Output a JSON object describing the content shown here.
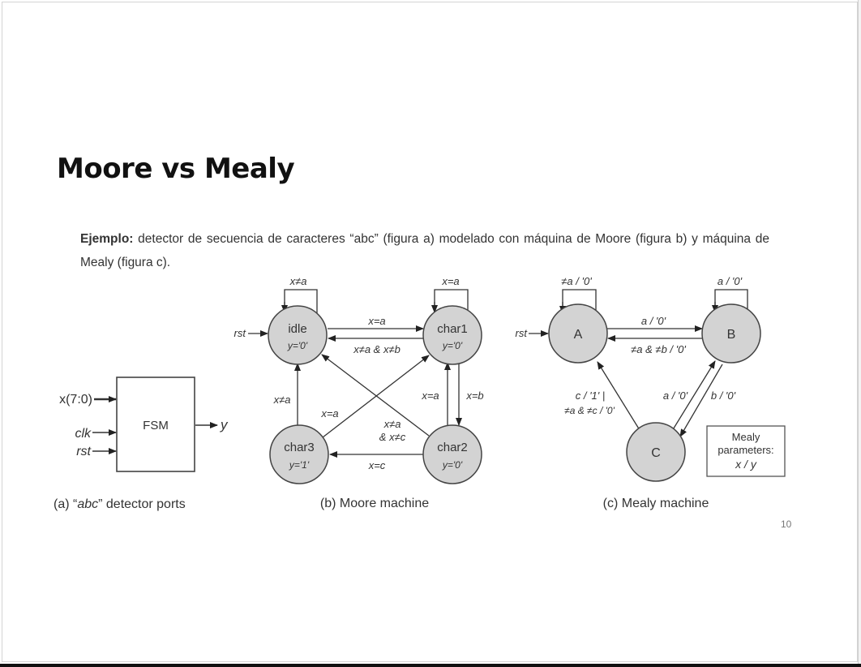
{
  "slide": {
    "title": "Moore vs Mealy",
    "paragraph": {
      "lead": "Ejemplo:",
      "text": " detector de secuencia de caracteres “abc” (figura a) modelado con máquina de Moore (figura b) y máquina de Mealy (figura c)."
    },
    "page_number": "10"
  },
  "figure_a": {
    "caption": "(a) “abc” detector ports",
    "caption_prefix": "(a) “",
    "caption_italic": "abc",
    "caption_suffix": "” detector ports",
    "block_label": "FSM",
    "inputs": [
      "x(7:0)",
      "clk",
      "rst"
    ],
    "output": "y"
  },
  "figure_b": {
    "caption": "(b) Moore machine",
    "states": [
      {
        "id": "idle",
        "name": "idle",
        "output": "y='0'"
      },
      {
        "id": "char1",
        "name": "char1",
        "output": "y='0'"
      },
      {
        "id": "char2",
        "name": "char2",
        "output": "y='0'"
      },
      {
        "id": "char3",
        "name": "char3",
        "output": "y='1'"
      }
    ],
    "reset_label": "rst",
    "transitions": [
      {
        "from": "idle",
        "to": "idle",
        "label": "x≠a"
      },
      {
        "from": "char1",
        "to": "char1",
        "label": "x=a"
      },
      {
        "from": "idle",
        "to": "char1",
        "label": "x=a"
      },
      {
        "from": "char1",
        "to": "idle",
        "label": "x≠a & x≠b"
      },
      {
        "from": "char1",
        "to": "char2",
        "label": "x=b"
      },
      {
        "from": "char2",
        "to": "char1",
        "label": "x=a"
      },
      {
        "from": "char2",
        "to": "char3",
        "label": "x=c"
      },
      {
        "from": "char2",
        "to": "idle",
        "label_line1": "x≠a",
        "label_line2": "& x≠c"
      },
      {
        "from": "char3",
        "to": "idle",
        "label": "x≠a"
      },
      {
        "from": "char3",
        "to": "char1",
        "label": "x=a"
      }
    ]
  },
  "figure_c": {
    "caption": "(c) Mealy machine",
    "states": [
      {
        "id": "A",
        "name": "A"
      },
      {
        "id": "B",
        "name": "B"
      },
      {
        "id": "C",
        "name": "C"
      }
    ],
    "reset_label": "rst",
    "transitions": [
      {
        "from": "A",
        "to": "A",
        "label": "≠a / '0'"
      },
      {
        "from": "B",
        "to": "B",
        "label": "a / '0'"
      },
      {
        "from": "A",
        "to": "B",
        "label": "a / '0'"
      },
      {
        "from": "B",
        "to": "A",
        "label": "≠a & ≠b / '0'"
      },
      {
        "from": "B",
        "to": "C",
        "label": "b / '0'"
      },
      {
        "from": "C",
        "to": "B",
        "label": "a / '0'"
      },
      {
        "from": "C",
        "to": "A",
        "label_line1": "c / '1' |",
        "label_line2": "≠a & ≠c / '0'"
      }
    ],
    "legend": {
      "line1": "Mealy",
      "line2": "parameters:",
      "line3": "x / y"
    }
  }
}
